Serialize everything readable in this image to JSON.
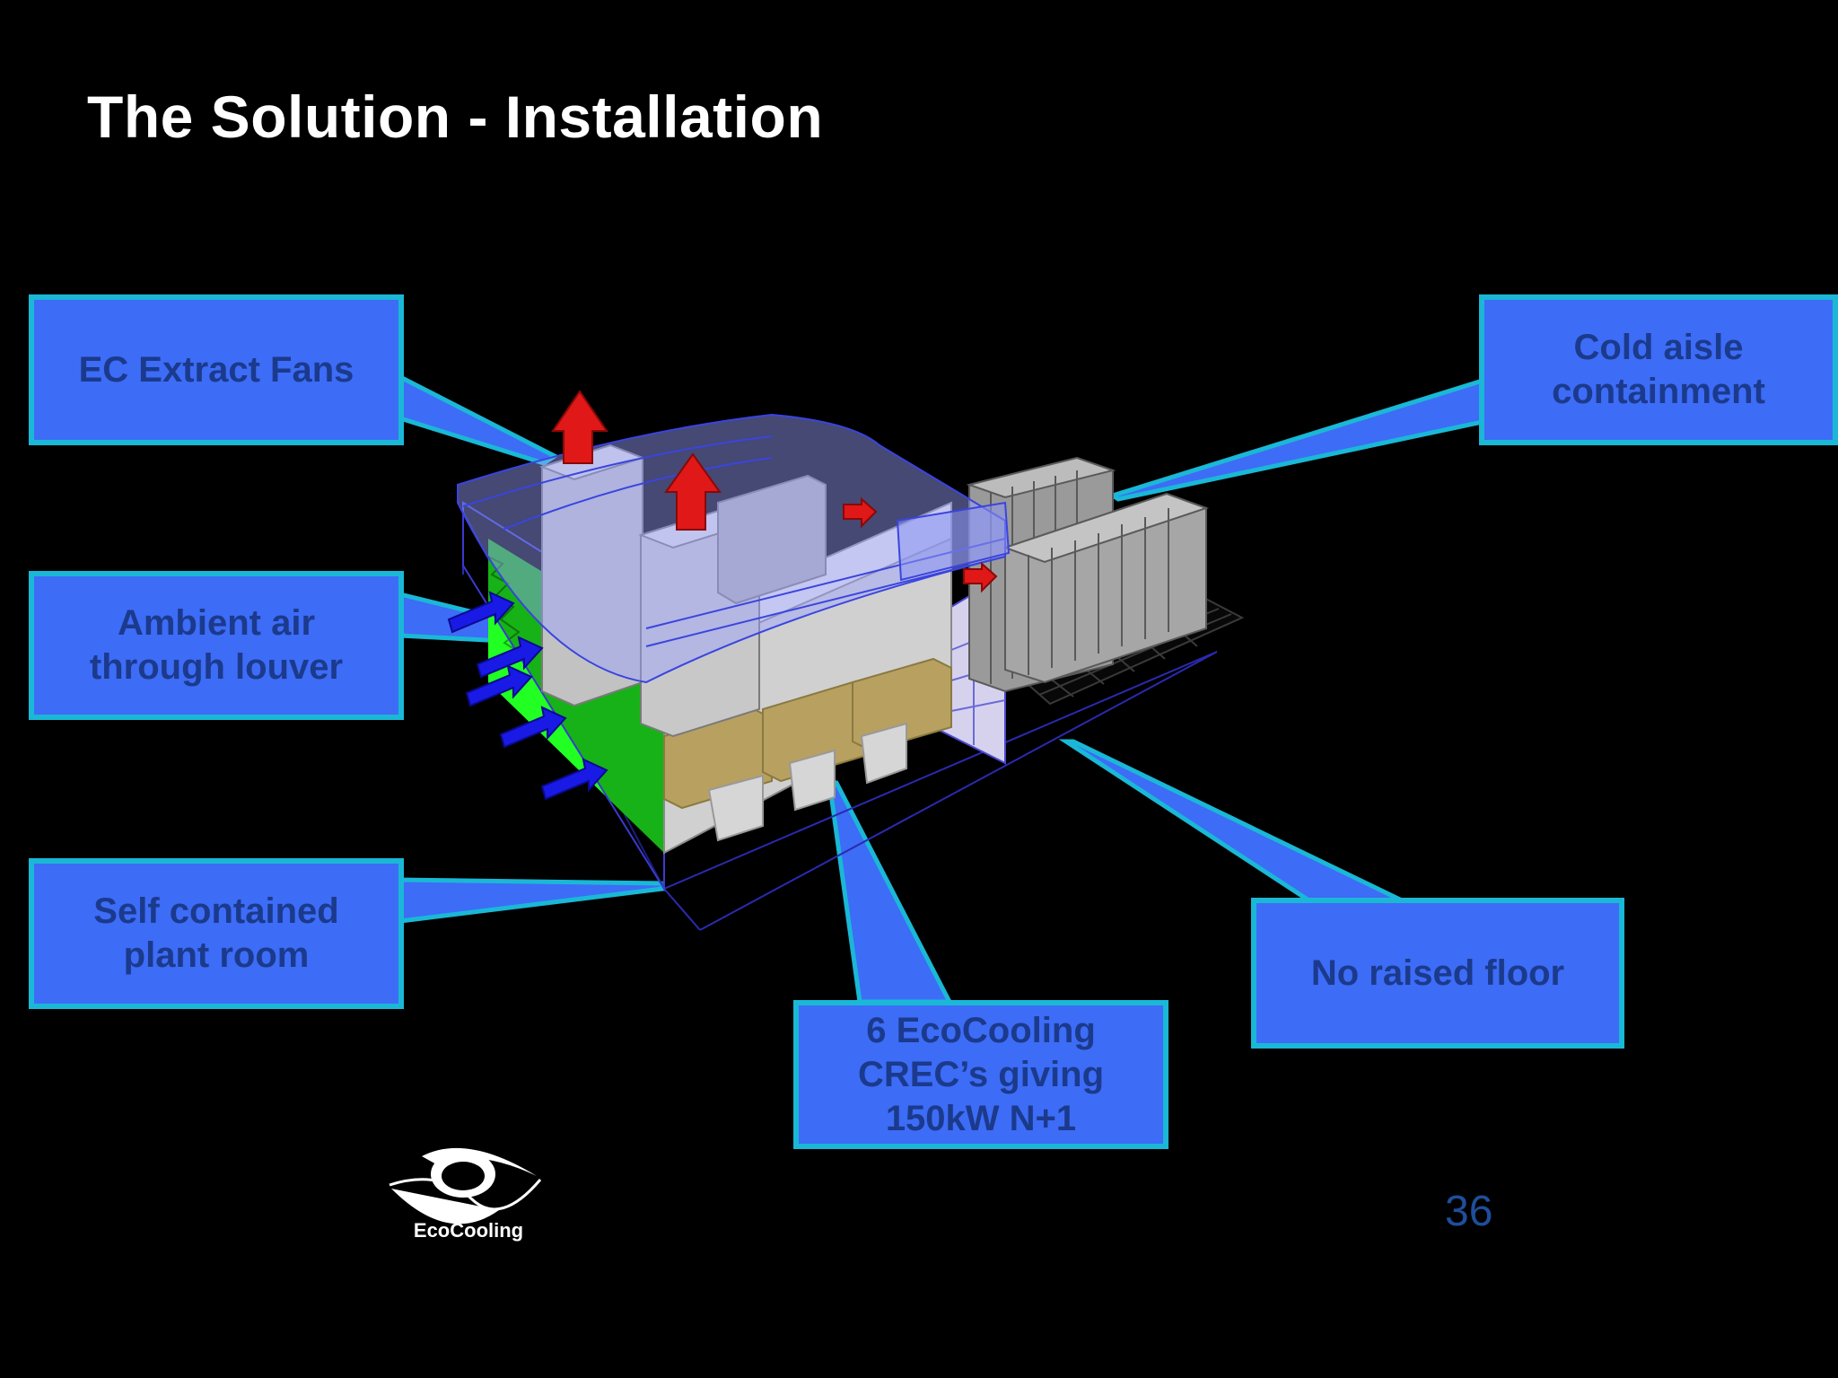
{
  "slide": {
    "title": "The Solution - Installation",
    "page_number": "36"
  },
  "callouts": {
    "ec_extract_fans": "EC Extract Fans",
    "ambient_air": "Ambient air\nthrough louver",
    "plant_room": "Self contained\nplant room",
    "crecs": "6 EcoCooling\nCREC’s giving\n150kW N+1",
    "cold_aisle": "Cold aisle\ncontainment",
    "raised_floor": "No raised floor"
  },
  "logo": {
    "text": "EcoCooling",
    "icon": "eye-logo-icon"
  },
  "colors": {
    "background": "#000000",
    "callout_fill": "#3d6cf6",
    "callout_border": "#1ab8d6",
    "callout_text": "#1b3a8c",
    "title_text": "#ffffff",
    "louver": "#22ff22",
    "inflow_arrows": "#1a1ae6",
    "extract_arrows": "#e01818",
    "cooler_units": "#b8a060",
    "racks": "#9a9a9a",
    "containment": "#9aa2ff"
  }
}
